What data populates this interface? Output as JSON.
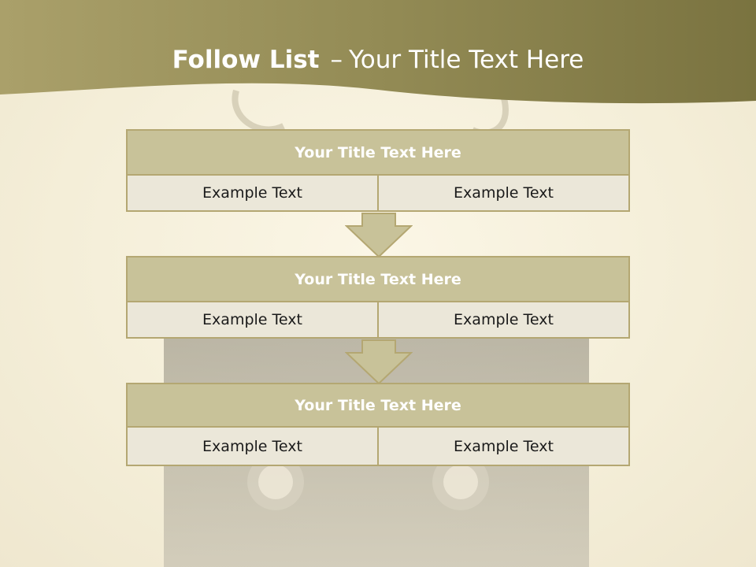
{
  "header": {
    "title_strong": "Follow List",
    "title_separator": "–",
    "title_rest": "Your Title Text Here"
  },
  "colors": {
    "header_band": "#8c8450",
    "block_title_bg": "#c8c299",
    "block_border": "#b4a772",
    "cell_bg": "#ebe7d9",
    "arrow_fill": "#c8c299"
  },
  "blocks": [
    {
      "title": "Your Title Text Here",
      "cells": [
        "Example Text",
        "Example Text"
      ]
    },
    {
      "title": "Your Title Text Here",
      "cells": [
        "Example Text",
        "Example Text"
      ]
    },
    {
      "title": "Your Title Text Here",
      "cells": [
        "Example Text",
        "Example Text"
      ]
    }
  ]
}
